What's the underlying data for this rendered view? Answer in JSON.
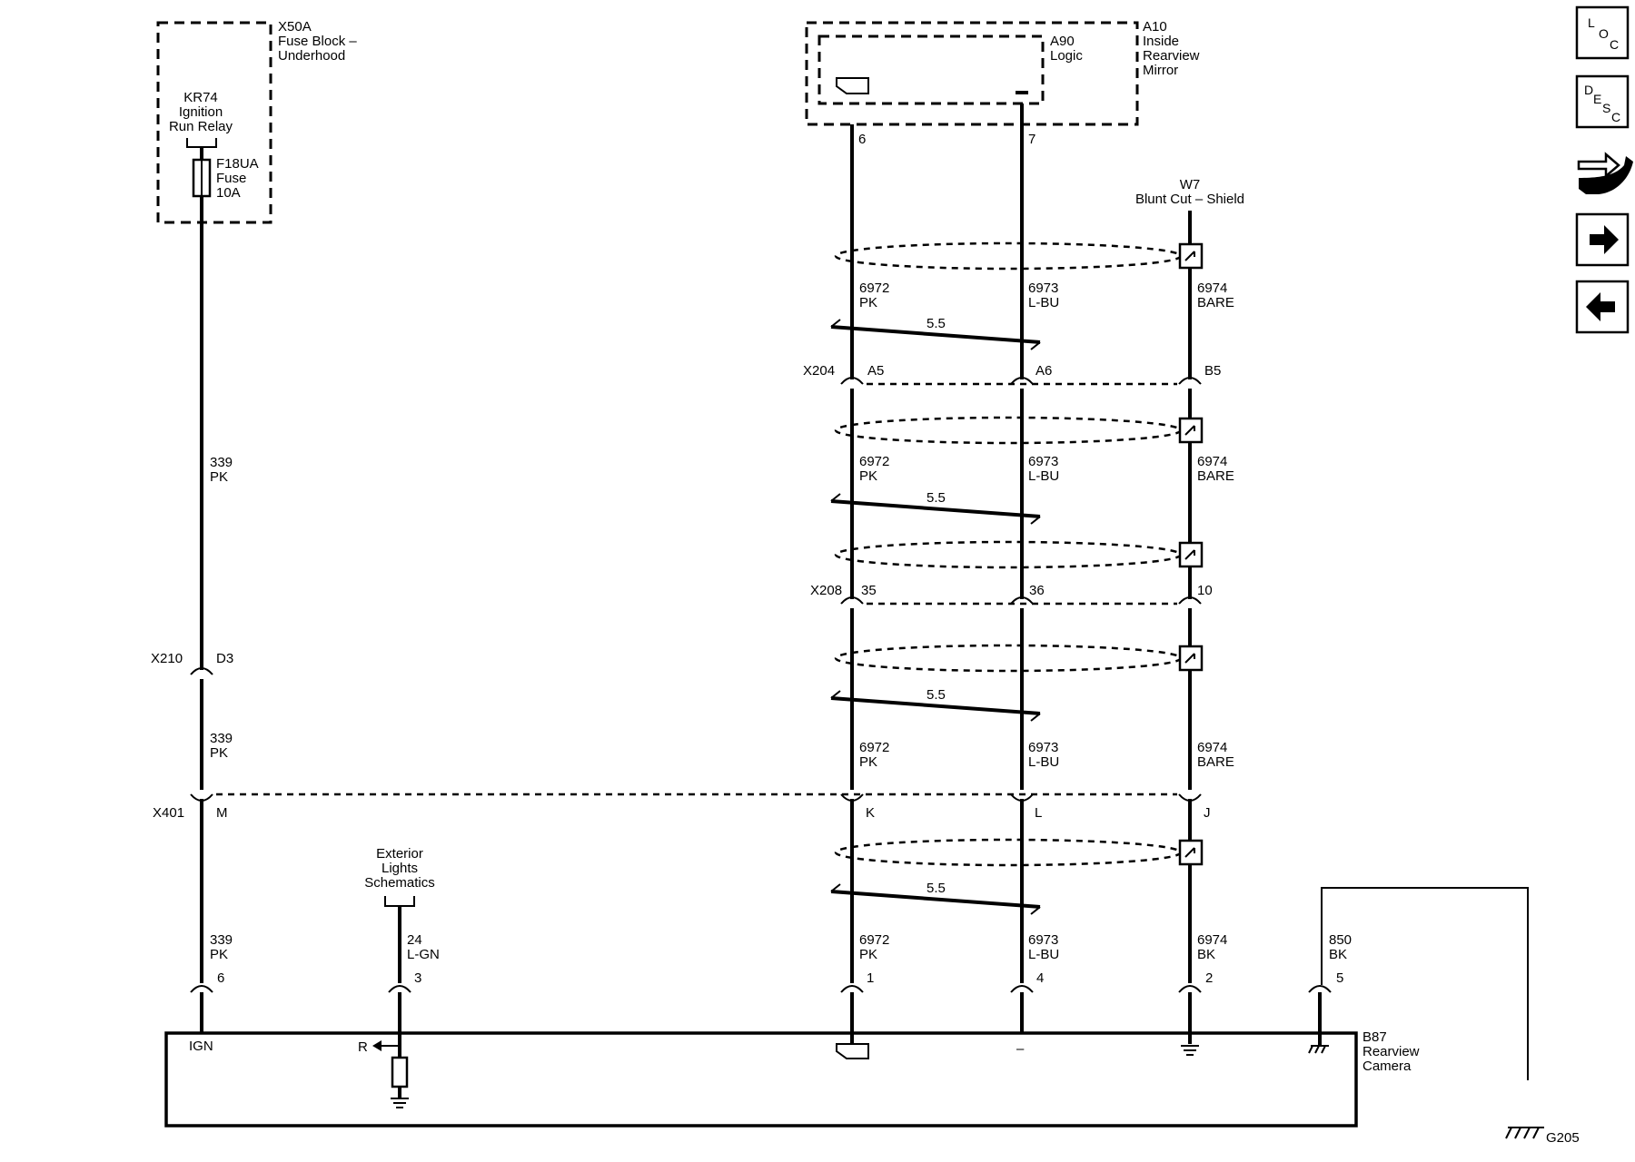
{
  "components": {
    "fuse_block": {
      "id": "X50A",
      "name_l1": "Fuse Block –",
      "name_l2": "Underhood"
    },
    "relay": {
      "l1": "KR74",
      "l2": "Ignition",
      "l3": "Run Relay"
    },
    "fuse": {
      "l1": "F18UA",
      "l2": "Fuse",
      "l3": "10A"
    },
    "mirror": {
      "id": "A10",
      "l1": "Inside",
      "l2": "Rearview",
      "l3": "Mirror"
    },
    "logic": {
      "id": "A90",
      "name": "Logic"
    },
    "shield": {
      "id": "W7",
      "name": "Blunt Cut – Shield"
    },
    "camera": {
      "id": "B87",
      "l1": "Rearview",
      "l2": "Camera"
    },
    "ground": {
      "id": "G205"
    },
    "exterior_ref": {
      "l1": "Exterior",
      "l2": "Lights",
      "l3": "Schematics"
    }
  },
  "mirror_pins": {
    "pin_signal": "6",
    "pin_low": "7"
  },
  "connectors": {
    "x204": {
      "id": "X204",
      "p1": "A5",
      "p2": "A6",
      "p3": "B5"
    },
    "x208": {
      "id": "X208",
      "p1": "35",
      "p2": "36",
      "p3": "10"
    },
    "x210": {
      "id": "X210",
      "pin": "D3"
    },
    "x401": {
      "id": "X401",
      "p_ign": "M",
      "p1": "K",
      "p2": "L",
      "p3": "J"
    }
  },
  "camera_pins": {
    "ign": "6",
    "r": "3",
    "sig": "1",
    "low": "4",
    "drain": "2",
    "gnd": "5"
  },
  "camera_labels": {
    "ign": "IGN",
    "r": "R",
    "low": "–"
  },
  "twist_label": "5.5",
  "wires": {
    "w339": {
      "num": "339",
      "color": "PK"
    },
    "w24": {
      "num": "24",
      "color": "L-GN"
    },
    "w6972": {
      "num": "6972",
      "color": "PK"
    },
    "w6973": {
      "num": "6973",
      "color": "L-BU"
    },
    "w6974": {
      "num": "6974",
      "color": "BARE"
    },
    "w6974_end": {
      "num": "6974",
      "color": "BK"
    },
    "w850": {
      "num": "850",
      "color": "BK"
    }
  },
  "nav": {
    "loc": {
      "a": "L",
      "b": "O",
      "c": "C"
    },
    "desc": {
      "a": "D",
      "b": "E",
      "c": "S",
      "d": "C"
    }
  }
}
